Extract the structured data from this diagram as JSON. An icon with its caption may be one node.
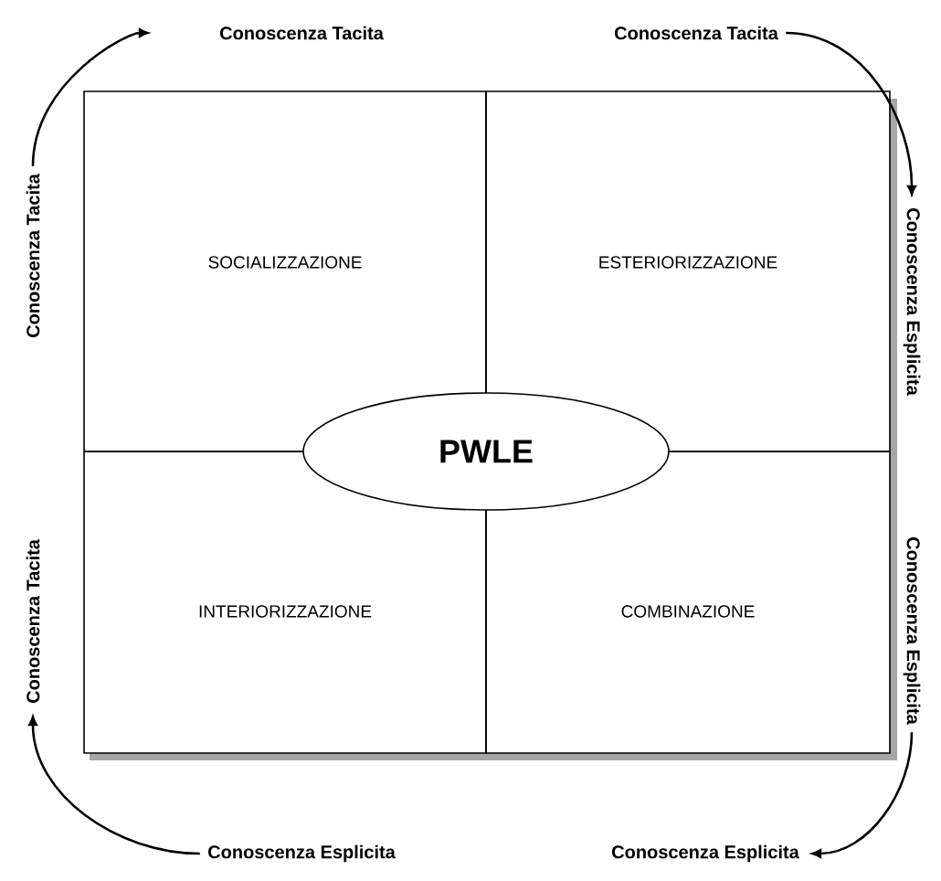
{
  "diagram": {
    "nodes": [
      {
        "text": [
          "SOCIALIZZAZIONE"
        ]
      },
      {
        "text": [
          "ESTERIORIZZAZIONE"
        ]
      },
      {
        "text": [
          "INTERIORIZZAZIONE"
        ]
      },
      {
        "text": [
          "COMBINAZIONE"
        ]
      },
      {
        "text": [
          "PWLE"
        ]
      },
      {
        "text": [
          "Conoscenza Tacita"
        ]
      },
      {
        "text": [
          "Conoscenza Tacita"
        ]
      },
      {
        "text": [
          "Conoscenza Esplicita"
        ]
      },
      {
        "text": [
          "Conoscenza Esplicita"
        ]
      },
      {
        "text": [
          "Conoscenza Esplicita"
        ]
      },
      {
        "text": [
          "Conoscenza Esplicita"
        ]
      },
      {
        "text": [
          "Conoscenza Tacita"
        ]
      },
      {
        "text": [
          "Conoscenza Tacita"
        ]
      }
    ],
    "edges": [
      {
        "from": 12,
        "to": 5,
        "arrow": "to"
      },
      {
        "from": 6,
        "to": 7,
        "arrow": "to"
      },
      {
        "from": 8,
        "to": 9,
        "arrow": "to"
      },
      {
        "from": 10,
        "to": 11,
        "arrow": "to"
      }
    ]
  }
}
